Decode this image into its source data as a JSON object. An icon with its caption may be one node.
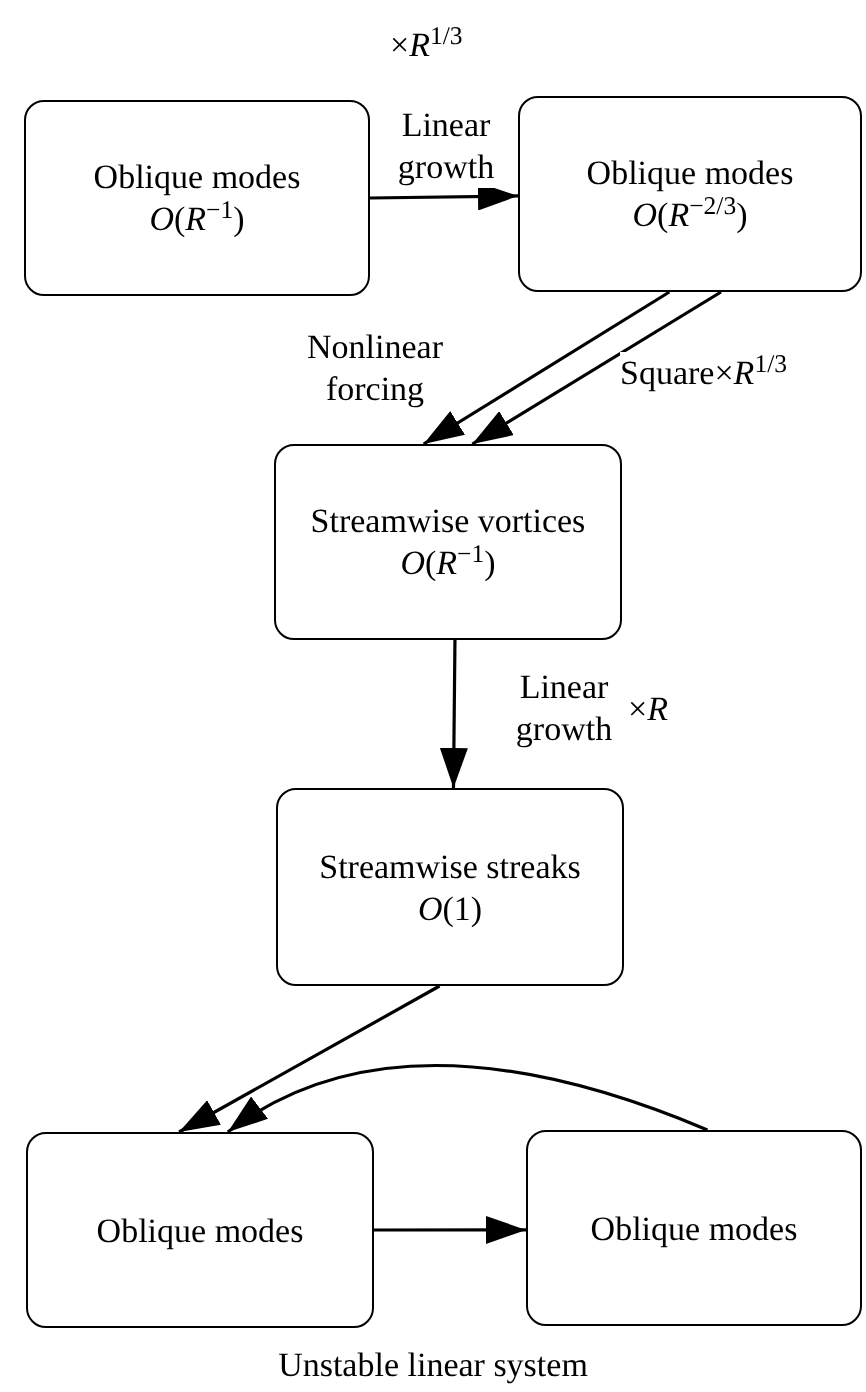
{
  "diagram": {
    "caption": "Unstable linear system",
    "nodes": [
      {
        "text": [
          "Oblique modes *O*(*R*$^{−1}$)"
        ]
      },
      {
        "text": [
          "Oblique modes *O*(*R*$^{−2/3}$)"
        ]
      },
      {
        "text": [
          "Streamwise vortices *O*(*R*$^{−1}$)"
        ]
      },
      {
        "text": [
          "Streamwise streaks *O*(1)"
        ]
      },
      {
        "text": [
          "Oblique modes"
        ]
      },
      {
        "text": [
          "Oblique modes"
        ]
      }
    ],
    "edges": [
      {
        "from": 0,
        "to": 1,
        "arrow": "to",
        "label": "Linear growth"
      },
      {
        "from": 1,
        "to": 2,
        "arrow": "to",
        "label": "Nonlinear forcing"
      },
      {
        "from": 1,
        "to": 2,
        "arrow": "to",
        "label": "Square×*R*$^{1/3}$"
      },
      {
        "from": 2,
        "to": 3,
        "arrow": "to",
        "label": "Linear growth"
      },
      {
        "from": 3,
        "to": 4,
        "arrow": "to"
      },
      {
        "from": 5,
        "to": 4,
        "arrow": "to"
      },
      {
        "from": 4,
        "to": 5,
        "arrow": "to"
      }
    ],
    "labels": [
      "×*R*$^{1/3}$",
      "×*R*"
    ]
  }
}
